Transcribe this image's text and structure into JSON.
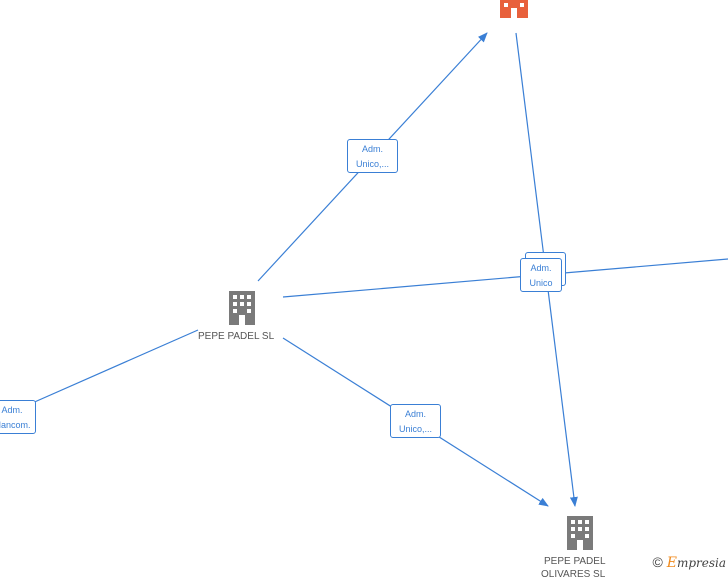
{
  "nodes": [
    {
      "id": "top",
      "label": "",
      "color": "#e8603c",
      "icon": "building-icon"
    },
    {
      "id": "pepe-padel",
      "label": "PEPE PADEL  SL",
      "color": "#7a7a7a",
      "icon": "building-icon"
    },
    {
      "id": "pepe-padel-olivares",
      "label_line1": "PEPE PADEL",
      "label_line2": "OLIVARES  SL",
      "color": "#7a7a7a",
      "icon": "building-icon"
    }
  ],
  "edge_labels": {
    "adm_unico_top": {
      "line1": "Adm.",
      "line2": "Unico,..."
    },
    "adm_unico_center": {
      "line1": "Adm.",
      "line2": "Unico"
    },
    "adm_mancom": {
      "line1": "Adm.",
      "line2": "Mancom."
    },
    "adm_unico_bottom": {
      "line1": "Adm.",
      "line2": "Unico,..."
    }
  },
  "copyright": {
    "symbol": "©",
    "brand_initial": "E",
    "brand_rest": "mpresia"
  },
  "colors": {
    "edge": "#3a7fd5",
    "highlight_node": "#e8603c",
    "node": "#7a7a7a"
  }
}
